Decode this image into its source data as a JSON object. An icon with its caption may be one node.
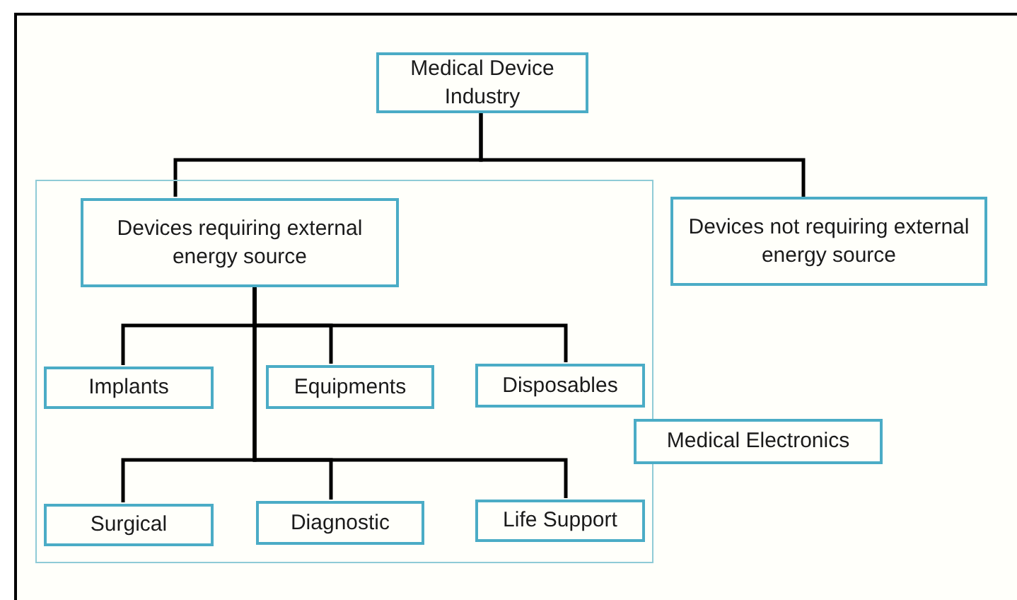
{
  "diagram": {
    "nodes": [
      {
        "text": [
          "Medical Device Industry"
        ]
      },
      {
        "text": [],
        "shape": "box"
      },
      {
        "text": [
          "Devices requiring external energy source"
        ],
        "in": 1
      },
      {
        "text": [
          "Devices not requiring external energy source"
        ]
      },
      {
        "text": [
          "Implants"
        ],
        "in": 1
      },
      {
        "text": [
          "Equipments"
        ],
        "in": 1
      },
      {
        "text": [
          "Disposables"
        ],
        "in": 1
      },
      {
        "text": [
          "Medical Electronics"
        ]
      },
      {
        "text": [
          "Surgical"
        ],
        "in": 1
      },
      {
        "text": [
          "Diagnostic"
        ],
        "in": 1
      },
      {
        "text": [
          "Life Support"
        ],
        "in": 1
      }
    ],
    "edges": [
      {
        "from": 0,
        "to": 2,
        "arrow": "none"
      },
      {
        "from": 0,
        "to": 3,
        "arrow": "none"
      },
      {
        "from": 2,
        "to": 4,
        "arrow": "none"
      },
      {
        "from": 2,
        "to": 5,
        "arrow": "none"
      },
      {
        "from": 2,
        "to": 6,
        "arrow": "none"
      },
      {
        "from": 2,
        "to": 8,
        "arrow": "none"
      },
      {
        "from": 2,
        "to": 9,
        "arrow": "none"
      },
      {
        "from": 2,
        "to": 10,
        "arrow": "none"
      }
    ]
  }
}
